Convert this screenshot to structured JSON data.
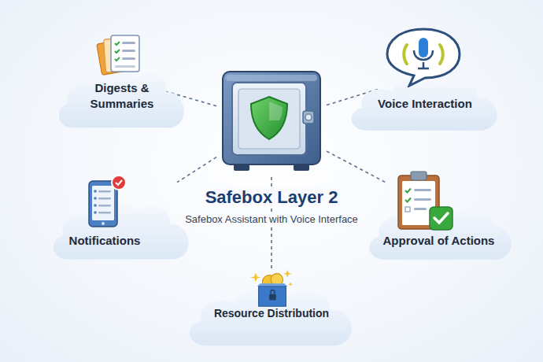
{
  "diagram": {
    "nodes": [
      {
        "text": [
          "Digests & Summaries"
        ]
      },
      {
        "text": [
          "Voice Interaction"
        ]
      },
      {
        "text": [
          "Safebox Layer 2",
          "Safebox Assistant with Voice Interface"
        ]
      },
      {
        "text": [
          "Notifications"
        ]
      },
      {
        "text": [
          "Approval of Actions"
        ]
      },
      {
        "text": [
          "Resource Distribution"
        ]
      }
    ],
    "edges": [
      {
        "from": 2,
        "to": 0,
        "arrow": "none"
      },
      {
        "from": 2,
        "to": 1,
        "arrow": "none"
      },
      {
        "from": 2,
        "to": 3,
        "arrow": "none"
      },
      {
        "from": 2,
        "to": 4,
        "arrow": "none"
      },
      {
        "from": 2,
        "to": 5,
        "arrow": "none"
      }
    ]
  }
}
